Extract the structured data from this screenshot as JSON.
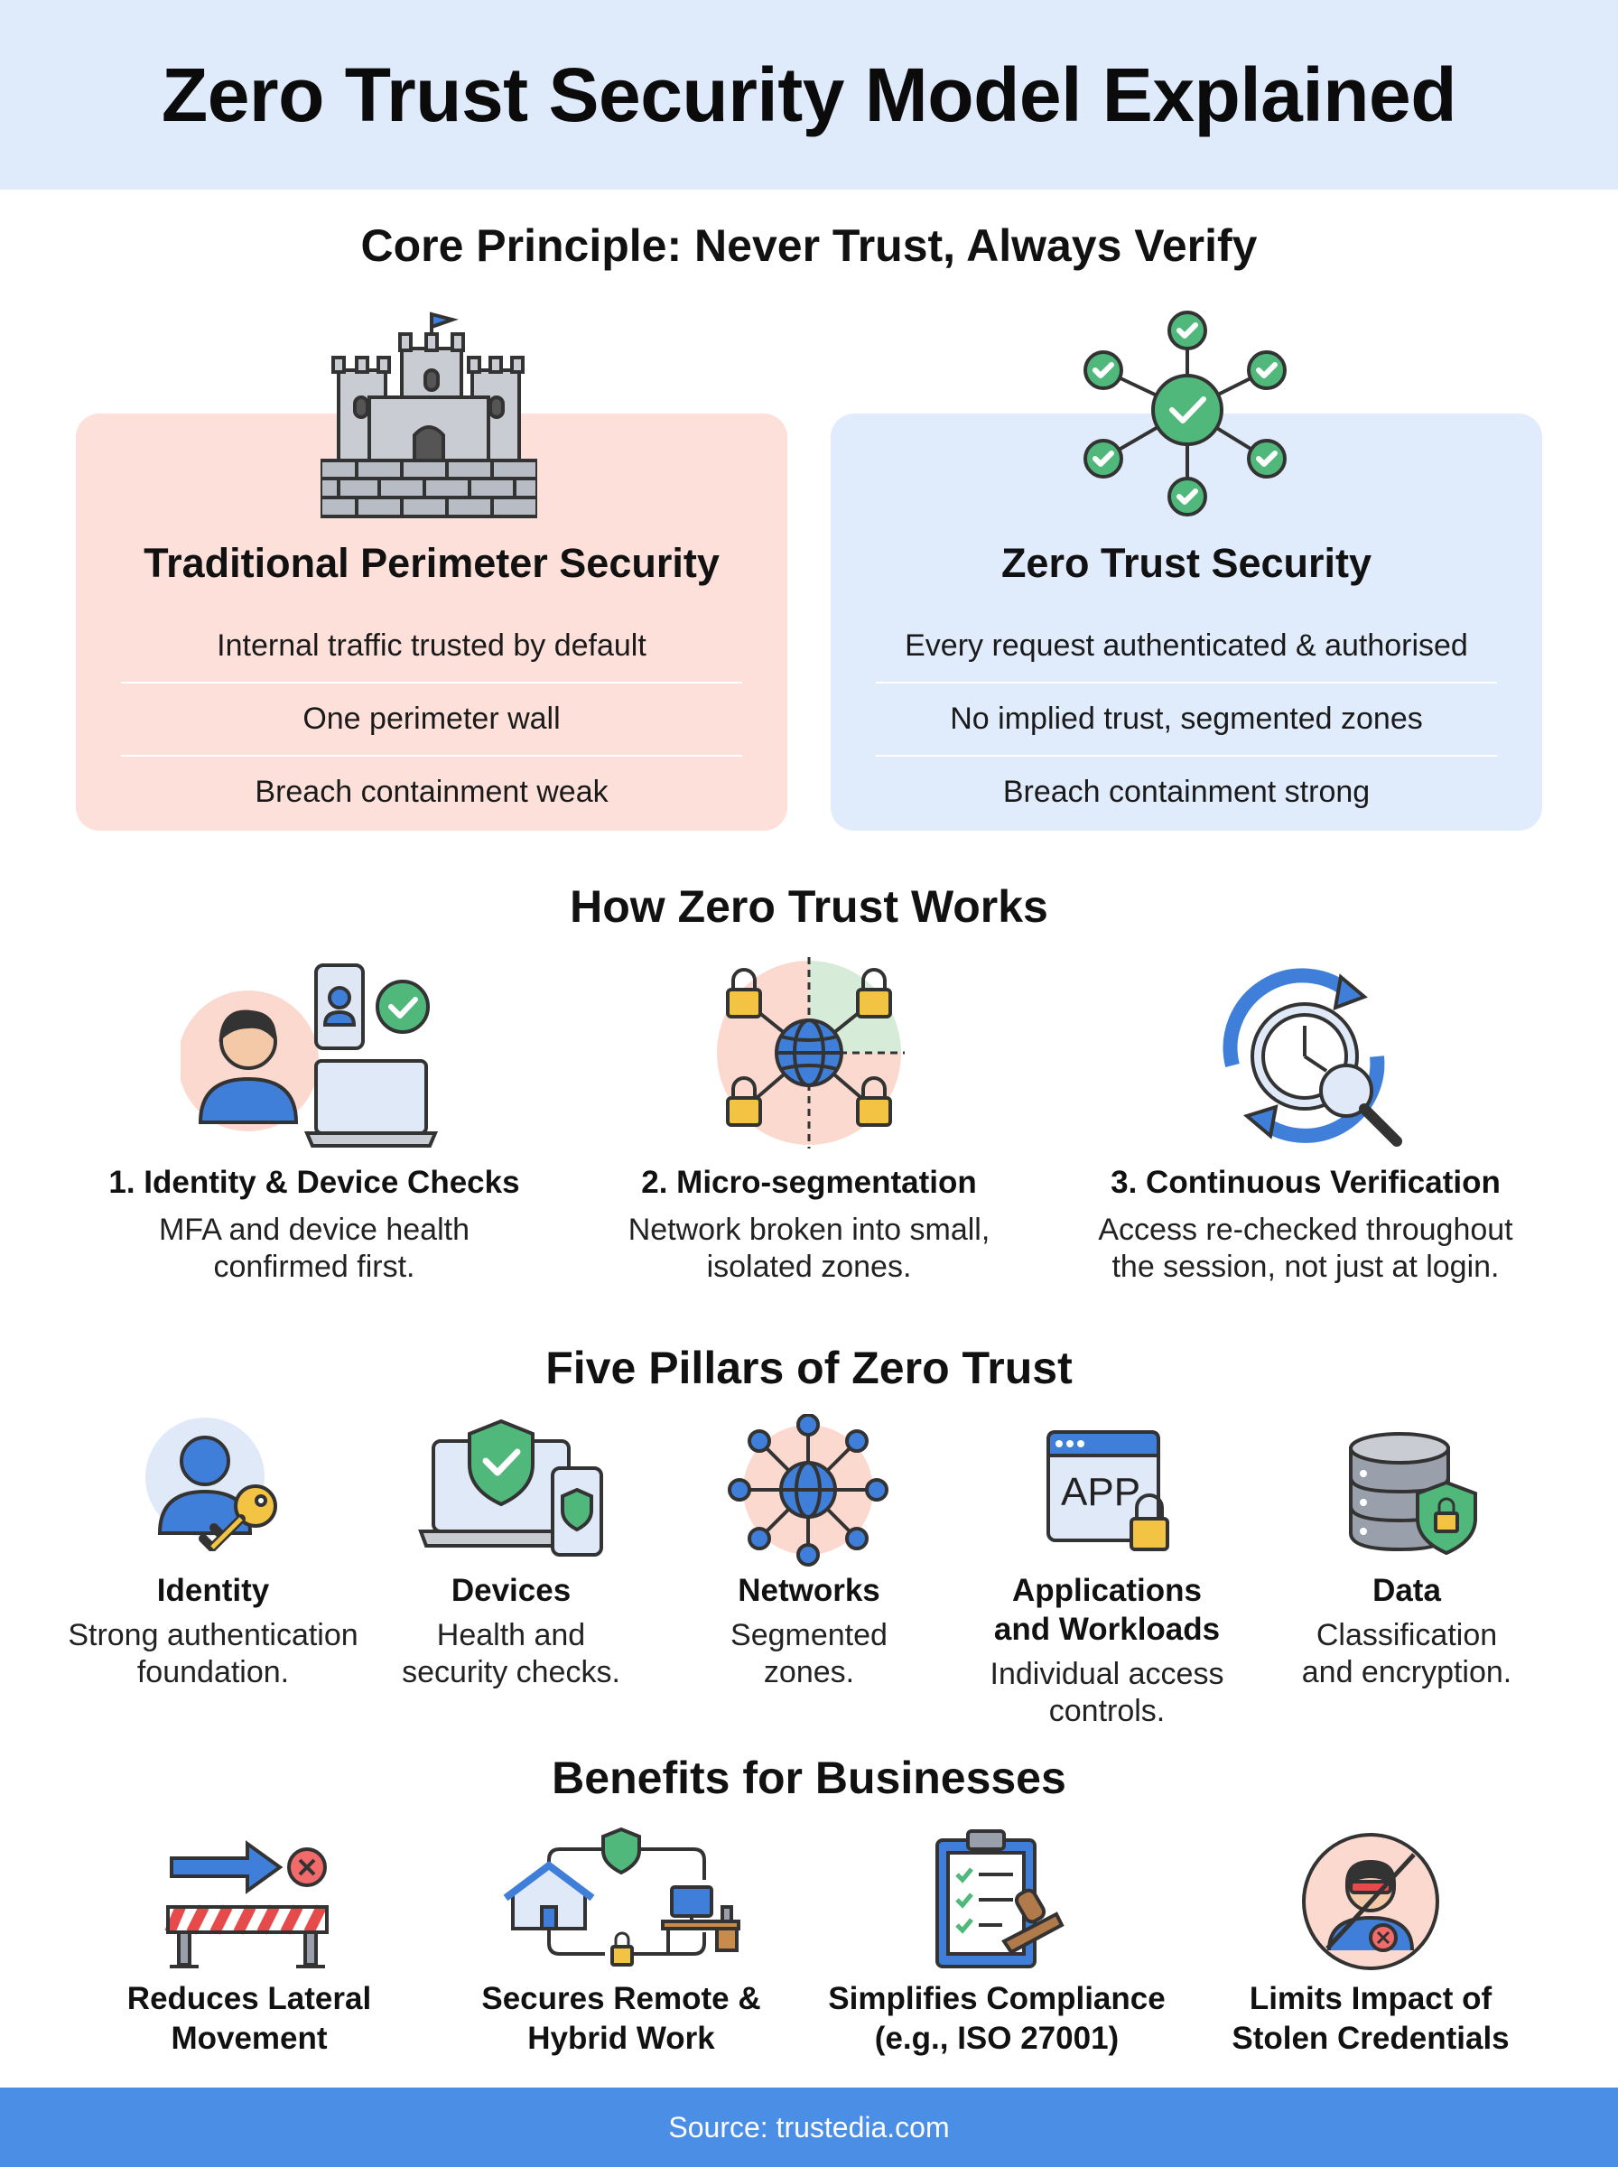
{
  "title": "Zero Trust Security Model Explained",
  "core": {
    "heading": "Core Principle: Never Trust, Always Verify",
    "traditional": {
      "title": "Traditional Perimeter Security",
      "rows": [
        "Internal traffic trusted by default",
        "One perimeter wall",
        "Breach containment weak"
      ]
    },
    "zero_trust": {
      "title": "Zero Trust Security",
      "rows": [
        "Every request authenticated & authorised",
        "No implied trust, segmented zones",
        "Breach containment strong"
      ]
    }
  },
  "how": {
    "heading": "How Zero Trust Works",
    "steps": [
      {
        "title": "1. Identity & Device Checks",
        "line1": "MFA and device health",
        "line2": "confirmed first."
      },
      {
        "title": "2. Micro-segmentation",
        "line1": "Network broken into small,",
        "line2": "isolated zones."
      },
      {
        "title": "3. Continuous Verification",
        "line1": "Access re-checked throughout",
        "line2": "the session, not just at login."
      }
    ]
  },
  "pillars": {
    "heading": "Five Pillars of Zero Trust",
    "items": [
      {
        "title1": "Identity",
        "title2": "",
        "line1": "Strong authentication",
        "line2": "foundation."
      },
      {
        "title1": "Devices",
        "title2": "",
        "line1": "Health and",
        "line2": "security checks."
      },
      {
        "title1": "Networks",
        "title2": "",
        "line1": "Segmented",
        "line2": "zones."
      },
      {
        "title1": "Applications",
        "title2": "and Workloads",
        "line1": "Individual access",
        "line2": "controls."
      },
      {
        "title1": "Data",
        "title2": "",
        "line1": "Classification",
        "line2": "and encryption."
      }
    ],
    "app_icon_text": "APP"
  },
  "benefits": {
    "heading": "Benefits for Businesses",
    "items": [
      {
        "line1": "Reduces Lateral",
        "line2": "Movement"
      },
      {
        "line1": "Secures Remote &",
        "line2": "Hybrid Work"
      },
      {
        "line1": "Simplifies Compliance",
        "line2": "(e.g., ISO 27001)"
      },
      {
        "line1": "Limits Impact of",
        "line2": "Stolen Credentials"
      }
    ]
  },
  "footer": "Source: trustedia.com",
  "colors": {
    "header_bg": "#dfeafb",
    "traditional_bg": "#fce0d9",
    "zero_trust_bg": "#e0ebfb",
    "check_green": "#4fb87a",
    "accent_blue": "#3f7fd9",
    "lock_yellow": "#f3c343",
    "footer_bg": "#4a8ee6"
  }
}
